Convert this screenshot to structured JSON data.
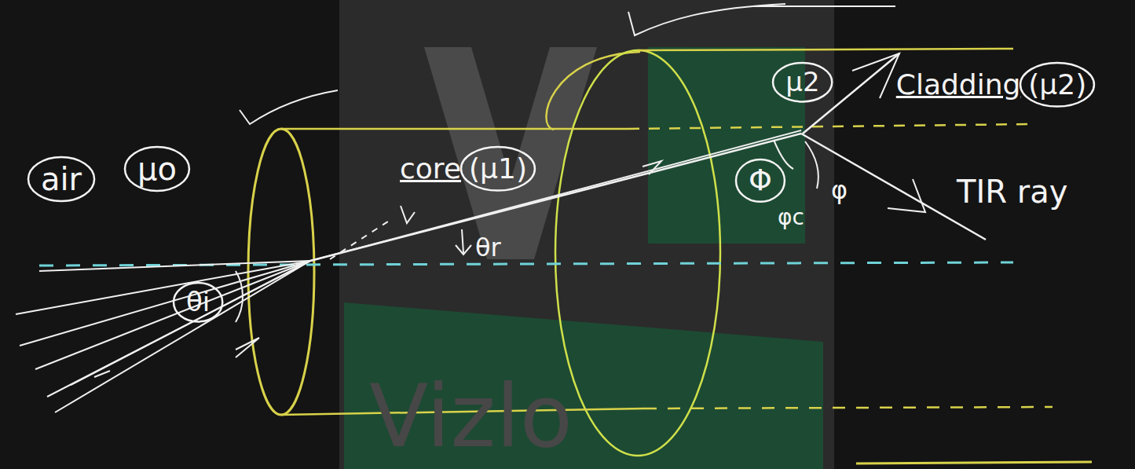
{
  "diagram": {
    "nodes": [
      {
        "text": [
          "air"
        ]
      },
      {
        "text": [
          "μo"
        ]
      },
      {
        "text": [
          "core",
          "(μ1)"
        ]
      },
      {
        "text": [
          "μ2"
        ]
      },
      {
        "text": [
          "Cladding",
          "(μ2)"
        ]
      },
      {
        "text": [
          "Φ"
        ]
      },
      {
        "text": [
          "θi"
        ]
      }
    ],
    "labels": [
      "θr",
      "φ",
      "φc",
      "TIR ray",
      "Vizlo"
    ]
  }
}
